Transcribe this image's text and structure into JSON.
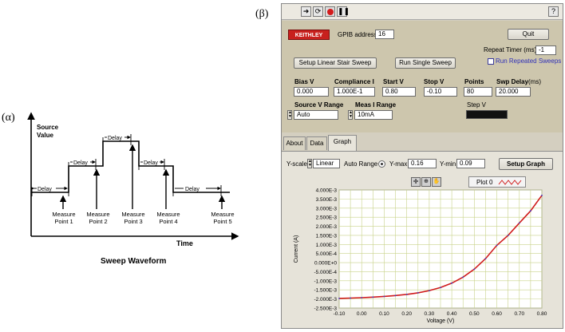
{
  "labels": {
    "alpha": "(α)",
    "beta": "(β)"
  },
  "waveform": {
    "y_axis_label_1": "Source",
    "y_axis_label_2": "Value",
    "x_axis_label": "Time",
    "caption": "Sweep Waveform",
    "delay_label": "Delay",
    "delay_arrow_labels": [
      "Delay",
      "Delay",
      "Delay",
      "Delay",
      "Delay"
    ],
    "measure_points": [
      {
        "line1": "Measure",
        "line2": "Point 1"
      },
      {
        "line1": "Measure",
        "line2": "Point 2"
      },
      {
        "line1": "Measure",
        "line2": "Point 3"
      },
      {
        "line1": "Measure",
        "line2": "Point 4"
      },
      {
        "line1": "Measure",
        "line2": "Point 5"
      }
    ]
  },
  "vi": {
    "toolbar": {
      "run_icon": "arrow-right-icon",
      "run_cont_icon": "run-continuous-icon",
      "abort_icon": "abort-icon",
      "pause_icon": "pause-icon",
      "help_icon": "help-icon"
    },
    "brand": "KEITHLEY",
    "gpib_label": "GPIB address",
    "gpib_value": "16",
    "quit_label": "Quit",
    "repeat_timer_label": "Repeat Timer (ms)",
    "repeat_timer_value": "-1",
    "setup_sweep_label": "Setup Linear Stair Sweep",
    "run_single_label": "Run Single Sweep",
    "run_repeated_label": "Run Repeated Sweeps",
    "bias_label": "Bias V",
    "bias_value": "0.000",
    "compliance_label": "Compliance I",
    "compliance_value": "1.000E-1",
    "start_label": "Start V",
    "start_value": "0.80",
    "stop_label": "Stop V",
    "stop_value": "-0.10",
    "points_label": "Points",
    "points_value": "80",
    "swp_delay_label": "Swp Delay",
    "swp_delay_unit": "(ms)",
    "swp_delay_value": "20.000",
    "source_range_label": "Source V Range",
    "source_range_value": "Auto",
    "meas_range_label": "Meas I Range",
    "meas_range_value": "10mA",
    "step_label": "Step V",
    "tabs": [
      "About",
      "Data",
      "Graph"
    ],
    "yscale_label": "Y-scale",
    "yscale_value": "Linear",
    "auto_range_label": "Auto Range",
    "ymax_label": "Y-max",
    "ymax_value": "0.16",
    "ymin_label": "Y-min",
    "ymin_value": "0.09",
    "setup_graph_label": "Setup Graph",
    "plot_legend_label": "Plot 0"
  },
  "chart_data": {
    "type": "line",
    "xlabel": "Voltage (V)",
    "ylabel": "Current (A)",
    "xlim": [
      -0.1,
      0.8
    ],
    "ylim": [
      -0.0025,
      0.004
    ],
    "x_ticks": [
      "-0.10",
      "0.00",
      "0.10",
      "0.20",
      "0.30",
      "0.40",
      "0.50",
      "0.60",
      "0.70",
      "0.80"
    ],
    "y_ticks": [
      "4.000E-3",
      "3.500E-3",
      "3.000E-3",
      "2.500E-3",
      "2.000E-3",
      "1.500E-3",
      "1.000E-3",
      "5.000E-4",
      "0.000E+0",
      "-5.000E-4",
      "-1.000E-3",
      "-1.500E-3",
      "-2.000E-3",
      "-2.500E-3"
    ],
    "grid": true,
    "series": [
      {
        "name": "Plot 0",
        "color": "#d01c1c",
        "x": [
          -0.1,
          -0.05,
          0.0,
          0.05,
          0.1,
          0.15,
          0.2,
          0.25,
          0.3,
          0.35,
          0.4,
          0.45,
          0.5,
          0.55,
          0.6,
          0.65,
          0.7,
          0.75,
          0.8
        ],
        "y": [
          -0.00197,
          -0.00195,
          -0.00193,
          -0.0019,
          -0.00186,
          -0.00181,
          -0.00175,
          -0.00166,
          -0.00154,
          -0.00137,
          -0.00113,
          -0.0008,
          -0.00036,
          0.00022,
          0.00095,
          0.0015,
          0.00218,
          0.00285,
          0.0037
        ]
      }
    ]
  }
}
